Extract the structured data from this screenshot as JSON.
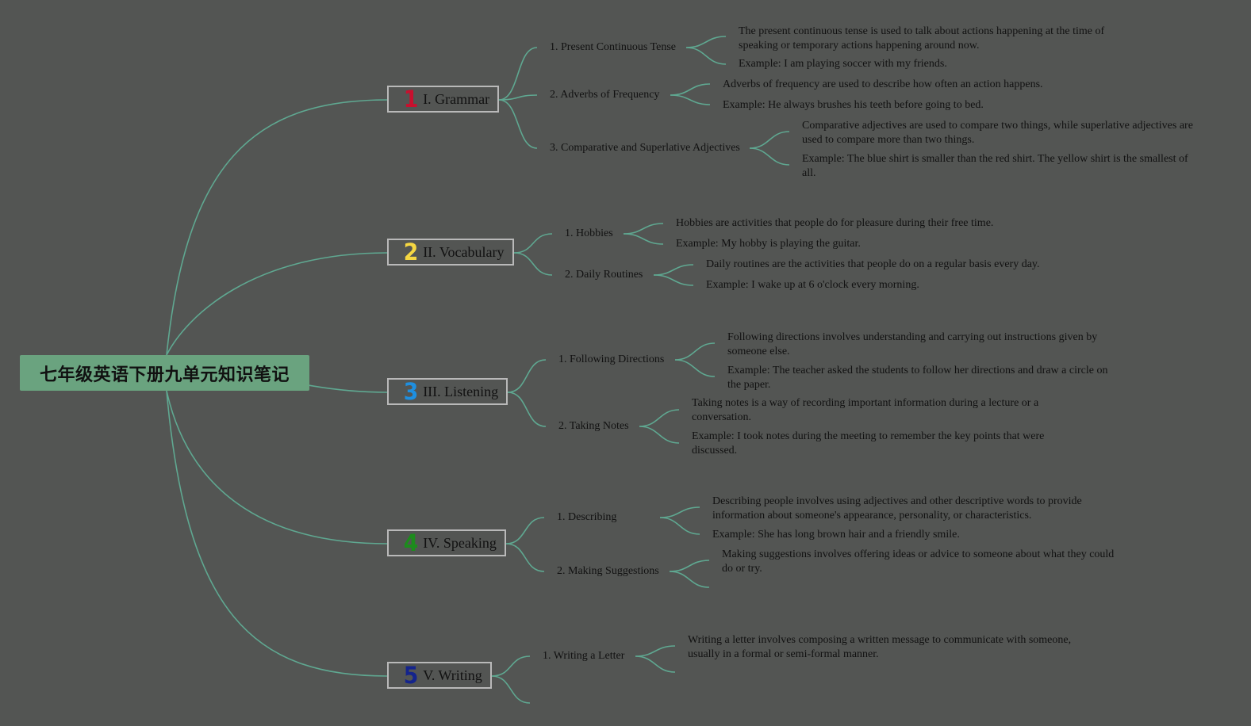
{
  "root": {
    "title": "七年级英语下册九单元知识笔记",
    "color": "#6aa37f"
  },
  "link_color": "#5fa891",
  "topics": [
    {
      "number": "1",
      "number_color": "#c8102e",
      "title": "I. Grammar",
      "subtopics": [
        {
          "title": "1. Present Continuous Tense",
          "notes": [
            "The present continuous tense is used to talk about actions happening at the time of speaking or temporary actions happening around now.",
            "Example: I am playing soccer with my friends."
          ]
        },
        {
          "title": "2. Adverbs of Frequency",
          "notes": [
            "Adverbs of frequency are used to describe how often an action happens.",
            "Example: He always brushes his teeth before going to bed."
          ]
        },
        {
          "title": "3. Comparative and Superlative Adjectives",
          "notes": [
            "Comparative adjectives are used to compare two things, while superlative adjectives are used to compare more than two things.",
            "Example: The blue shirt is smaller than the red shirt. The yellow shirt is the smallest of all."
          ]
        }
      ]
    },
    {
      "number": "2",
      "number_color": "#f5d742",
      "title": "II. Vocabulary",
      "subtopics": [
        {
          "title": "1. Hobbies",
          "notes": [
            "Hobbies are activities that people do for pleasure during their free time.",
            "Example: My hobby is playing the guitar."
          ]
        },
        {
          "title": "2. Daily Routines",
          "notes": [
            "Daily routines are the activities that people do on a regular basis every day.",
            "Example: I wake up at 6 o'clock every morning."
          ]
        }
      ]
    },
    {
      "number": "3",
      "number_color": "#1e8fe0",
      "title": "III. Listening",
      "subtopics": [
        {
          "title": "1. Following Directions",
          "notes": [
            "Following directions involves understanding and carrying out instructions given by someone else.",
            "Example: The teacher asked the students to follow her directions and draw a circle on the paper."
          ]
        },
        {
          "title": "2. Taking Notes",
          "notes": [
            "Taking notes is a way of recording important information during a lecture or a conversation.",
            "Example: I took notes during the meeting to remember the key points that were discussed."
          ]
        }
      ]
    },
    {
      "number": "4",
      "number_color": "#1c8c1c",
      "title": "IV. Speaking",
      "subtopics": [
        {
          "title": "1. Describing",
          "notes": [
            "Describing people involves using adjectives and other descriptive words to provide information about someone's appearance, personality, or characteristics.",
            "Example: She has long brown hair and a friendly smile."
          ]
        },
        {
          "title": "2. Making Suggestions",
          "notes": [
            "Making suggestions involves offering ideas or advice to someone about what they could do or try."
          ]
        }
      ]
    },
    {
      "number": "5",
      "number_color": "#14248c",
      "title": "V. Writing",
      "subtopics": [
        {
          "title": "1. Writing a Letter",
          "notes": [
            "Writing a letter involves composing a written message to communicate with someone, usually in a formal or semi-formal manner."
          ]
        }
      ]
    }
  ]
}
